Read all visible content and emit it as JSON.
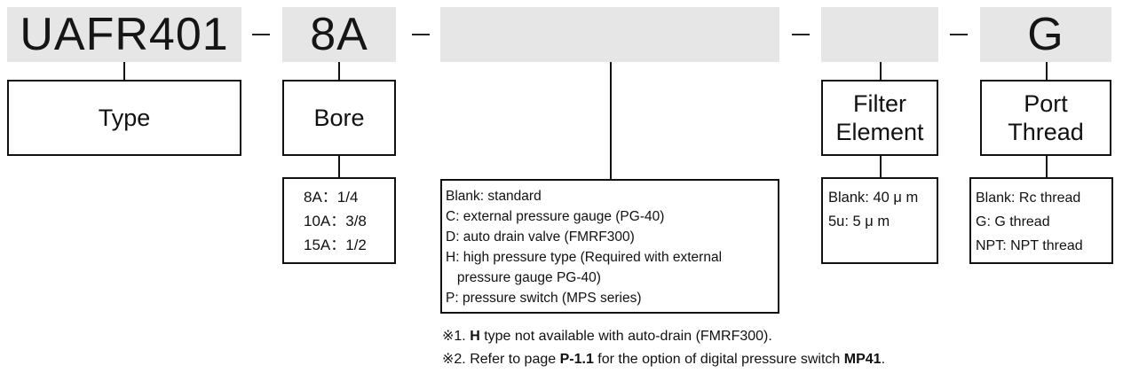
{
  "code": {
    "type": "UAFR401",
    "bore": "8A",
    "option": "",
    "filter": "",
    "port": "G"
  },
  "labels": {
    "type": "Type",
    "bore": "Bore",
    "filter_line1": "Filter",
    "filter_line2": "Element",
    "port_line1": "Port",
    "port_line2": "Thread"
  },
  "bore_options": [
    {
      "code": "8A",
      "sep": "：",
      "size": "1/4"
    },
    {
      "code": "10A",
      "sep": "：",
      "size": "3/8"
    },
    {
      "code": "15A",
      "sep": "：",
      "size": "1/2"
    }
  ],
  "option_list": [
    "Blank: standard",
    "C: external pressure gauge (PG-40)",
    "D: auto drain valve (FMRF300)",
    "H: high pressure type (Required with external",
    "   pressure gauge PG-40)",
    "P: pressure switch (MPS series)"
  ],
  "filter_options": [
    "Blank: 40 μ m",
    "5u: 5 μ m"
  ],
  "port_options": [
    "Blank: Rc thread",
    "G: G thread",
    "NPT: NPT thread"
  ],
  "notes": {
    "n1_prefix": "※1. ",
    "n1_bold": "H",
    "n1_rest": " type not available with auto-drain (FMRF300).",
    "n2_prefix": "※2. Refer to page ",
    "n2_bold1": "P-1.1",
    "n2_mid": " for the option of digital pressure switch ",
    "n2_bold2": "MP41",
    "n2_end": "."
  }
}
